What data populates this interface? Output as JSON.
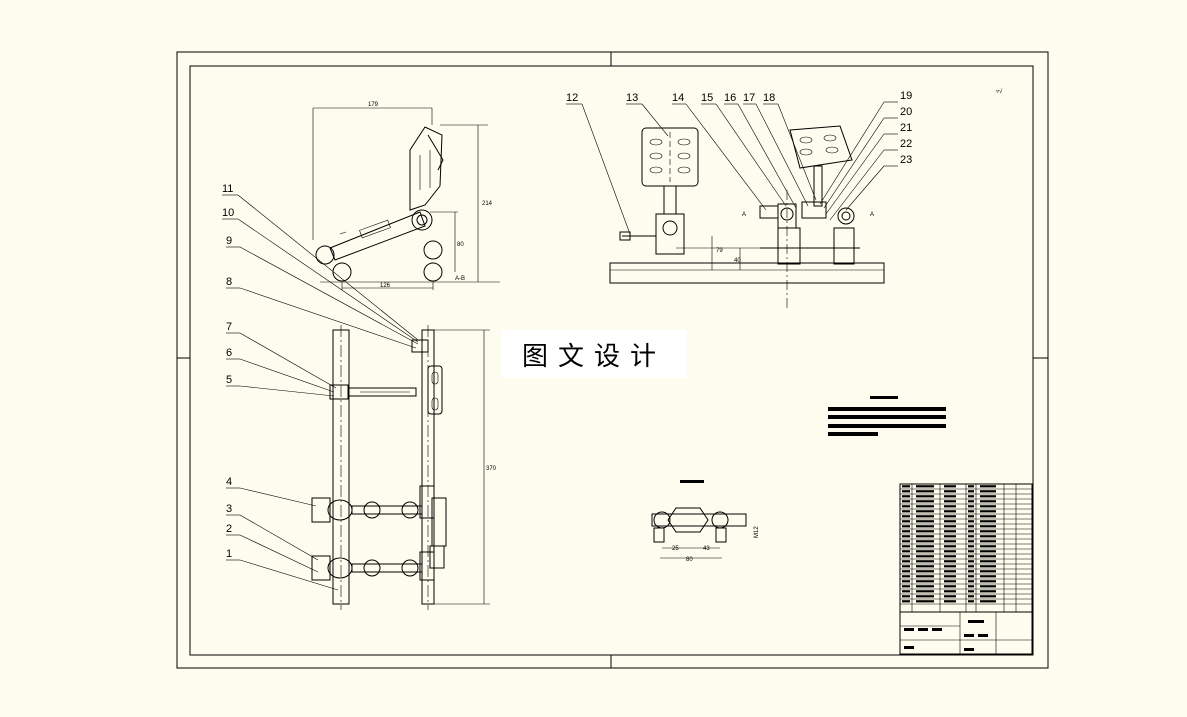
{
  "watermark": "图文设计",
  "balloons_left": [
    "11",
    "10",
    "9",
    "8",
    "7",
    "6",
    "5",
    "4",
    "3",
    "2",
    "1"
  ],
  "balloons_top": [
    "12",
    "13",
    "14",
    "15",
    "16",
    "17",
    "18",
    "19",
    "20",
    "21",
    "22",
    "23"
  ],
  "dimensions": {
    "top_width": "179",
    "side_height": "214",
    "pivot_height": "80",
    "base_width": "126",
    "front_height": "79",
    "long_height": "370",
    "section_a": "25",
    "section_b": "43",
    "section_total": "80",
    "thread": "M12",
    "front_small": "40"
  },
  "section_marks": [
    "A",
    "A"
  ],
  "colors": {
    "background": "#fefcee",
    "line": "#000000",
    "watermark_bg": "#ffffff"
  }
}
